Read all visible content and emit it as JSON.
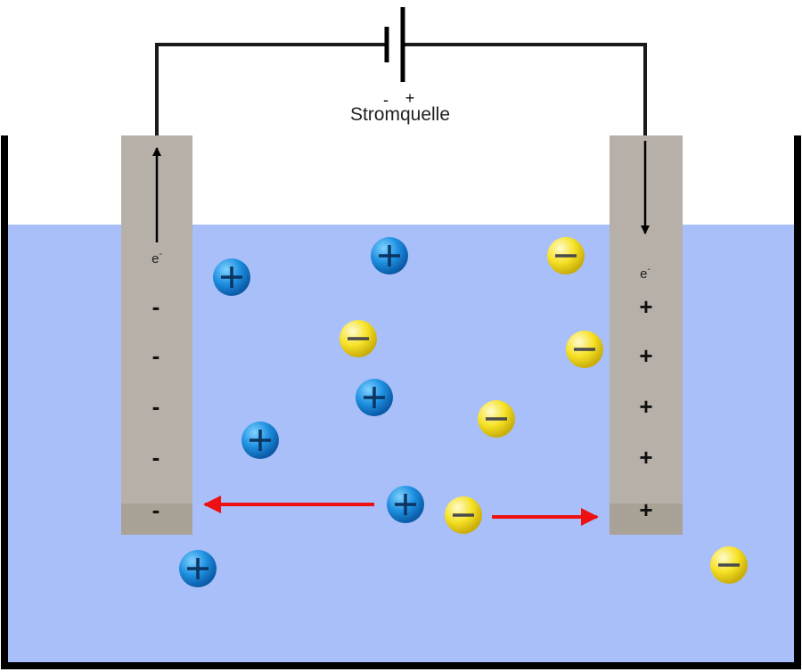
{
  "power_source": {
    "label": "Stromquelle",
    "minus": "-",
    "plus": "+"
  },
  "electron_symbol": "e",
  "electron_superscript": "-",
  "cathode_sign": "-",
  "anode_sign": "+",
  "cathode_charge_count": 5,
  "anode_charge_count": 5,
  "cations": 6,
  "anions": 6,
  "colors": {
    "solution": "#a9bff9",
    "electrode": "#b6b0a8",
    "cation": "#1d8fe0",
    "anion": "#f4e020",
    "migration_arrow": "#ee1111",
    "wire": "#000000"
  }
}
